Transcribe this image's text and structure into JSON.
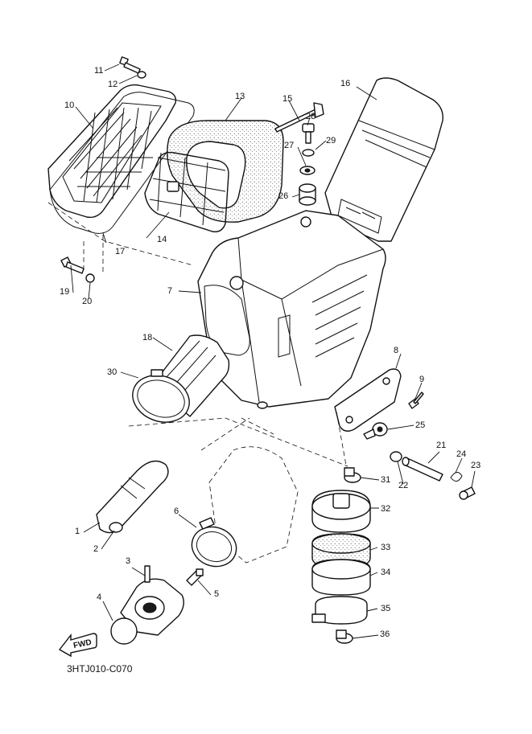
{
  "diagram": {
    "code": "3HTJ010-C070",
    "fwd_label": "FWD",
    "callouts": [
      {
        "id": "c1",
        "label": "1"
      },
      {
        "id": "c2",
        "label": "2"
      },
      {
        "id": "c3",
        "label": "3"
      },
      {
        "id": "c4",
        "label": "4"
      },
      {
        "id": "c5",
        "label": "5"
      },
      {
        "id": "c6",
        "label": "6"
      },
      {
        "id": "c7",
        "label": "7"
      },
      {
        "id": "c8",
        "label": "8"
      },
      {
        "id": "c9",
        "label": "9"
      },
      {
        "id": "c10",
        "label": "10"
      },
      {
        "id": "c11",
        "label": "11"
      },
      {
        "id": "c12",
        "label": "12"
      },
      {
        "id": "c13",
        "label": "13"
      },
      {
        "id": "c14",
        "label": "14"
      },
      {
        "id": "c15",
        "label": "15"
      },
      {
        "id": "c16",
        "label": "16"
      },
      {
        "id": "c17",
        "label": "17"
      },
      {
        "id": "c18",
        "label": "18"
      },
      {
        "id": "c19",
        "label": "19"
      },
      {
        "id": "c20",
        "label": "20"
      },
      {
        "id": "c21",
        "label": "21"
      },
      {
        "id": "c22",
        "label": "22"
      },
      {
        "id": "c23",
        "label": "23"
      },
      {
        "id": "c24",
        "label": "24"
      },
      {
        "id": "c25",
        "label": "25"
      },
      {
        "id": "c26",
        "label": "26"
      },
      {
        "id": "c27",
        "label": "27"
      },
      {
        "id": "c28",
        "label": "28"
      },
      {
        "id": "c29",
        "label": "29"
      },
      {
        "id": "c30",
        "label": "30"
      },
      {
        "id": "c31",
        "label": "31"
      },
      {
        "id": "c32",
        "label": "32"
      },
      {
        "id": "c33",
        "label": "33"
      },
      {
        "id": "c34",
        "label": "34"
      },
      {
        "id": "c35",
        "label": "35"
      },
      {
        "id": "c36",
        "label": "36"
      }
    ]
  }
}
